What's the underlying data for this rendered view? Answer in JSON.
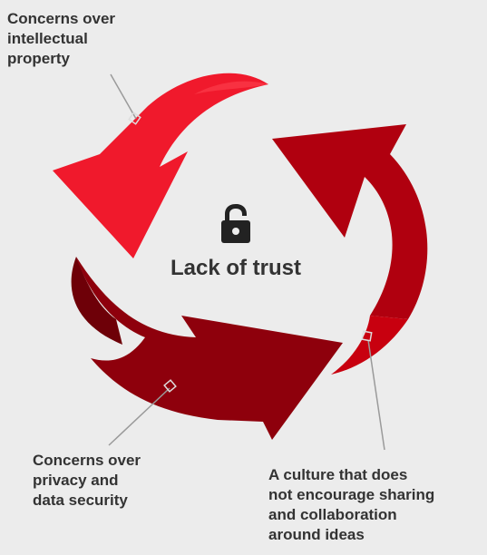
{
  "center": {
    "title": "Lack of trust",
    "icon": "unlocked-padlock-icon"
  },
  "callouts": [
    {
      "text": "Concerns over\nintellectual\nproperty"
    },
    {
      "text": "Concerns over\nprivacy and\ndata security"
    },
    {
      "text": "A culture that does\nnot encourage sharing\nand collaboration\naround ideas"
    }
  ],
  "colors": {
    "background": "#ececec",
    "arrow_top_left": "#f0192c",
    "arrow_right": "#b0000f",
    "arrow_right_shade": "#c8000f",
    "arrow_bottom": "#8e000c",
    "arrow_bottom_shade": "#6e0008",
    "leader_line": "#9a9a9a",
    "text": "#333333"
  }
}
